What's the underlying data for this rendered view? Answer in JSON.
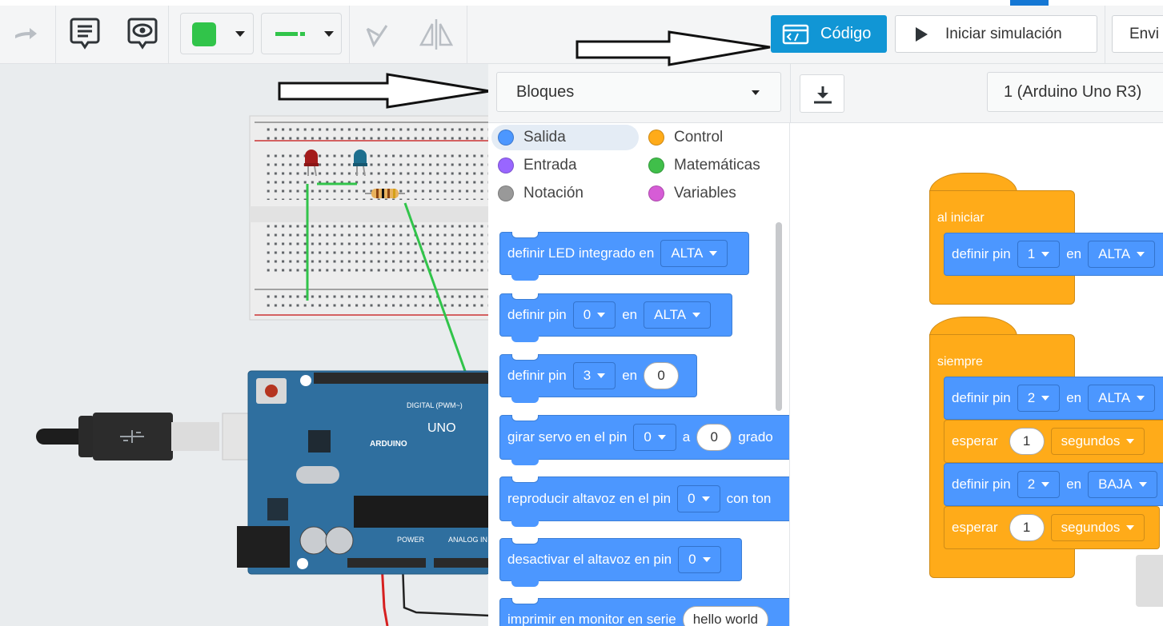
{
  "toolbar": {
    "code_label": "Código",
    "sim_label": "Iniciar simulación",
    "send_label": "Envi",
    "colors": {
      "wire_color": "#31c44a",
      "accent": "#1196d5"
    }
  },
  "editor": {
    "mode": "Bloques",
    "board": "1 (Arduino Uno R3)"
  },
  "categories": [
    {
      "label": "Salida",
      "color": "#4c97ff"
    },
    {
      "label": "Control",
      "color": "#ffab19"
    },
    {
      "label": "Entrada",
      "color": "#9966ff"
    },
    {
      "label": "Matemáticas",
      "color": "#40bf4a"
    },
    {
      "label": "Notación",
      "color": "#999999"
    },
    {
      "label": "Variables",
      "color": "#d65cd6"
    }
  ],
  "palette": {
    "b1": {
      "text": "definir LED integrado en",
      "value": "ALTA"
    },
    "b2": {
      "text": "definir pin",
      "pin": "0",
      "en": "en",
      "value": "ALTA"
    },
    "b3": {
      "text": "definir pin",
      "pin": "3",
      "en": "en",
      "value": "0"
    },
    "b4": {
      "text": "girar servo en el pin",
      "pin": "0",
      "a": "a",
      "value": "0",
      "tail": "grado"
    },
    "b5": {
      "text": "reproducir altavoz en el pin",
      "pin": "0",
      "tail": "con ton"
    },
    "b6": {
      "text": "desactivar el altavoz en pin",
      "pin": "0"
    },
    "b7": {
      "text": "imprimir en monitor en serie",
      "value": "hello world"
    }
  },
  "workspace": {
    "start": {
      "label": "al iniciar",
      "block": {
        "text": "definir pin",
        "pin": "1",
        "en": "en",
        "value": "ALTA"
      }
    },
    "loop": {
      "label": "siempre",
      "b1": {
        "text": "definir pin",
        "pin": "2",
        "en": "en",
        "value": "ALTA"
      },
      "b2": {
        "text": "esperar",
        "num": "1",
        "unit": "segundos"
      },
      "b3": {
        "text": "definir pin",
        "pin": "2",
        "en": "en",
        "value": "BAJA"
      },
      "b4": {
        "text": "esperar",
        "num": "1",
        "unit": "segundos"
      }
    }
  },
  "arduino": {
    "brand": "ARDUINO",
    "model": "UNO",
    "digital_label": "DIGITAL (PWM~)",
    "power_label": "POWER",
    "analog_label": "ANALOG IN"
  }
}
